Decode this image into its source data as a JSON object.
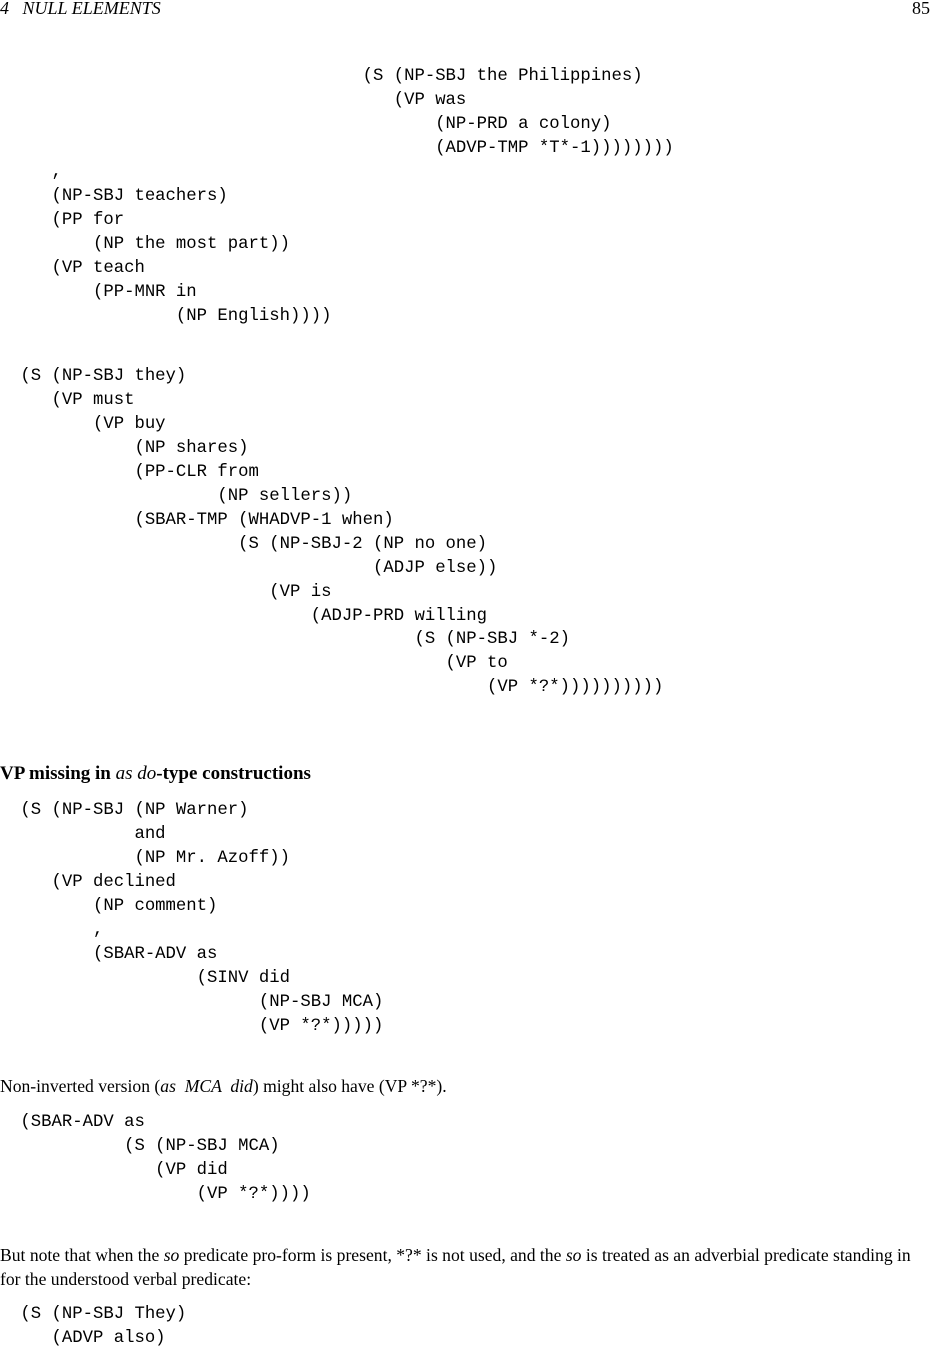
{
  "header": {
    "chapter": "4   NULL ELEMENTS",
    "page_number": "85"
  },
  "trees": {
    "tree_1": "                                  (S (NP-SBJ the Philippines)\n                                     (VP was\n                                         (NP-PRD a colony)\n                                         (ADVP-TMP *T*-1))))))))\n    ,\n    (NP-SBJ teachers)\n    (PP for\n        (NP the most part))\n    (VP teach\n        (PP-MNR in\n                (NP English))))",
    "tree_2": " (S (NP-SBJ they)\n    (VP must\n        (VP buy\n            (NP shares)\n            (PP-CLR from\n                    (NP sellers))\n            (SBAR-TMP (WHADVP-1 when)\n                      (S (NP-SBJ-2 (NP no one)\n                                   (ADJP else))\n                         (VP is\n                             (ADJP-PRD willing\n                                       (S (NP-SBJ *-2)\n                                          (VP to\n                                              (VP *?*))))))))))",
    "tree_3": " (S (NP-SBJ (NP Warner)\n            and\n            (NP Mr. Azoff))\n    (VP declined\n        (NP comment)\n        ,\n        (SBAR-ADV as\n                  (SINV did\n                        (NP-SBJ MCA)\n                        (VP *?*)))))",
    "tree_4": " (SBAR-ADV as\n           (S (NP-SBJ MCA)\n              (VP did\n                  (VP *?*))))",
    "tree_5": " (S (NP-SBJ They)\n    (ADVP also)"
  },
  "section_heading": {
    "part1": "VP missing in ",
    "italic1": "as do",
    "part2": "-type constructions"
  },
  "para_1": {
    "part1": "Non-inverted version (",
    "italic": "as  MCA  did",
    "part2": ") might also have (VP *?*)."
  },
  "para_2": {
    "part1": "But note that when the ",
    "italic1": "so",
    "part2": " predicate pro-form is present, *?* is not used, and the ",
    "italic2": "so",
    "part3": " is treated as an adverbial predicate standing in for the understood verbal predicate:"
  }
}
